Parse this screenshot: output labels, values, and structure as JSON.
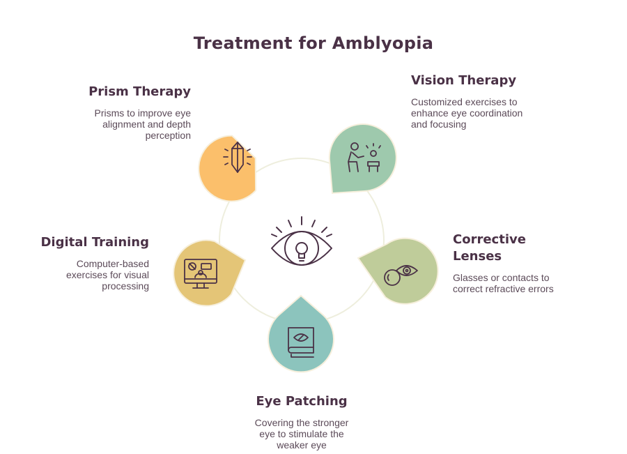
{
  "title": "Treatment for Amblyopia",
  "center": {
    "icon": "eye-lightbulb-icon"
  },
  "items": [
    {
      "key": "prism",
      "title": "Prism Therapy",
      "desc": "Prisms to improve eye alignment and depth perception",
      "color": "#fbbf6b",
      "icon": "crystal-prism-icon"
    },
    {
      "key": "vision",
      "title": "Vision Therapy",
      "desc": "Customized exercises to enhance eye coordination and focusing",
      "color": "#9ec9ad",
      "icon": "therapist-child-icon"
    },
    {
      "key": "lenses",
      "title": "Corrective Lenses",
      "desc": "Glasses or contacts to correct refractive errors",
      "color": "#bfcc9a",
      "icon": "contact-lens-eye-icon"
    },
    {
      "key": "patching",
      "title": "Eye Patching",
      "desc": "Covering the stronger eye to stimulate the weaker eye",
      "color": "#8cc4bd",
      "icon": "book-eye-icon"
    },
    {
      "key": "digital",
      "title": "Digital Training",
      "desc": "Computer-based exercises for visual processing",
      "color": "#e4c577",
      "icon": "computer-screen-icon"
    }
  ]
}
